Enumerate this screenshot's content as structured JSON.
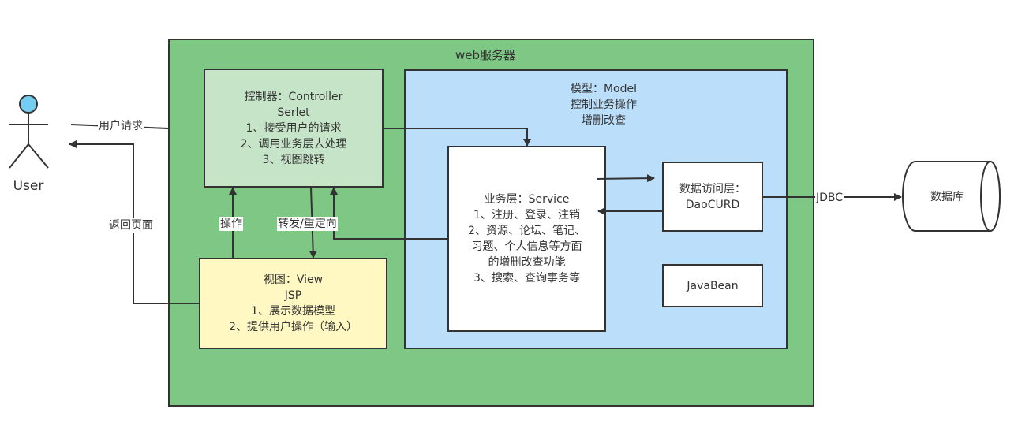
{
  "user": {
    "label": "User"
  },
  "web_server": {
    "title": "web服务器"
  },
  "controller": {
    "lines": [
      "控制器：Controller",
      "Serlet",
      "1、接受用户的请求",
      "2、调用业务层去处理",
      "3、视图跳转"
    ]
  },
  "view": {
    "lines": [
      "视图：View",
      "JSP",
      "1、展示数据模型",
      "2、提供用户操作（输入）"
    ]
  },
  "model": {
    "lines": [
      "模型：Model",
      "控制业务操作",
      "增删改查"
    ]
  },
  "service": {
    "lines": [
      "业务层：Service",
      "1、注册、登录、注销",
      "2、资源、论坛、笔记、",
      "习题、个人信息等方面",
      "的增删改查功能",
      "3、搜索、查询事务等"
    ]
  },
  "dao": {
    "lines": [
      "数据访问层：",
      "DaoCURD"
    ]
  },
  "javabean": {
    "label": "JavaBean"
  },
  "database": {
    "label": "数据库"
  },
  "edges": {
    "user_request": "用户请求",
    "return_page": "返回页面",
    "operate": "操作",
    "forward_redirect": "转发/重定向",
    "jdbc": "JDBC"
  },
  "colors": {
    "web_server_fill": "#7ec784",
    "controller_fill": "#c6e5c8",
    "view_fill": "#fff8c2",
    "model_fill": "#bbdefa",
    "actor_head": "#76cdf2",
    "stroke": "#333333"
  }
}
